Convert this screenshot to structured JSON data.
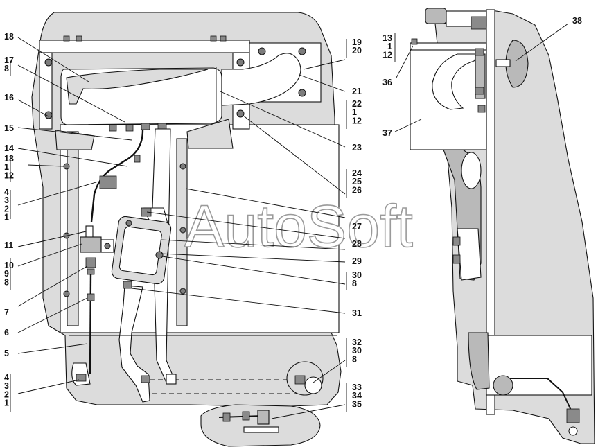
{
  "watermark": "AutoSoft",
  "callouts": {
    "c18": [
      "18"
    ],
    "c17": [
      "17",
      "8"
    ],
    "c16": [
      "16"
    ],
    "c15": [
      "15"
    ],
    "c14": [
      "14"
    ],
    "c13": [
      "13",
      "1",
      "12"
    ],
    "c4": [
      "4",
      "3",
      "2",
      "1"
    ],
    "c11": [
      "11"
    ],
    "c10": [
      "10",
      "9",
      "8"
    ],
    "c7": [
      "7"
    ],
    "c6": [
      "6"
    ],
    "c5": [
      "5"
    ],
    "c4b": [
      "4",
      "3",
      "2",
      "1"
    ],
    "c19": [
      "19",
      "20"
    ],
    "c21": [
      "21"
    ],
    "c22": [
      "22",
      "1",
      "12"
    ],
    "c23": [
      "23"
    ],
    "c24": [
      "24",
      "25",
      "26"
    ],
    "c27": [
      "27"
    ],
    "c28": [
      "28"
    ],
    "c29": [
      "29"
    ],
    "c30": [
      "30",
      "8"
    ],
    "c31": [
      "31"
    ],
    "c32": [
      "32",
      "30",
      "8"
    ],
    "c33": [
      "33",
      "34",
      "35"
    ],
    "c13r": [
      "13",
      "1",
      "12"
    ],
    "c36": [
      "36"
    ],
    "c37": [
      "37"
    ],
    "c38": [
      "38"
    ]
  }
}
